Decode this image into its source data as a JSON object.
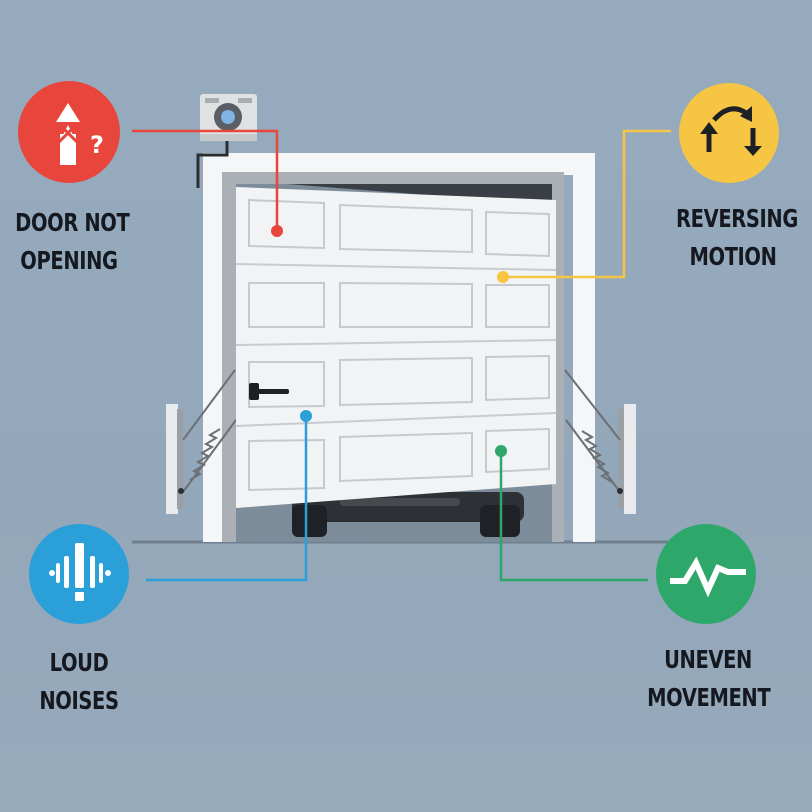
{
  "diagram": {
    "subject": "Garage door problem symptoms",
    "background_color": "#94a8bb",
    "callouts": [
      {
        "id": "door-not-opening",
        "lines": [
          "DOOR NOT",
          "OPENING"
        ],
        "color": "#e8453c",
        "icon": "arrow-blocked-question-icon"
      },
      {
        "id": "reversing-motion",
        "lines": [
          "REVERSING",
          "MOTION"
        ],
        "color": "#f6c544",
        "icon": "reverse-arrows-icon"
      },
      {
        "id": "loud-noises",
        "lines": [
          "LOUD",
          "NOISES"
        ],
        "color": "#2b9fd8",
        "icon": "sound-alert-icon"
      },
      {
        "id": "uneven-movement",
        "lines": [
          "UNEVEN",
          "MOVEMENT"
        ],
        "color": "#2ea76a",
        "icon": "zigzag-line-icon"
      }
    ]
  }
}
